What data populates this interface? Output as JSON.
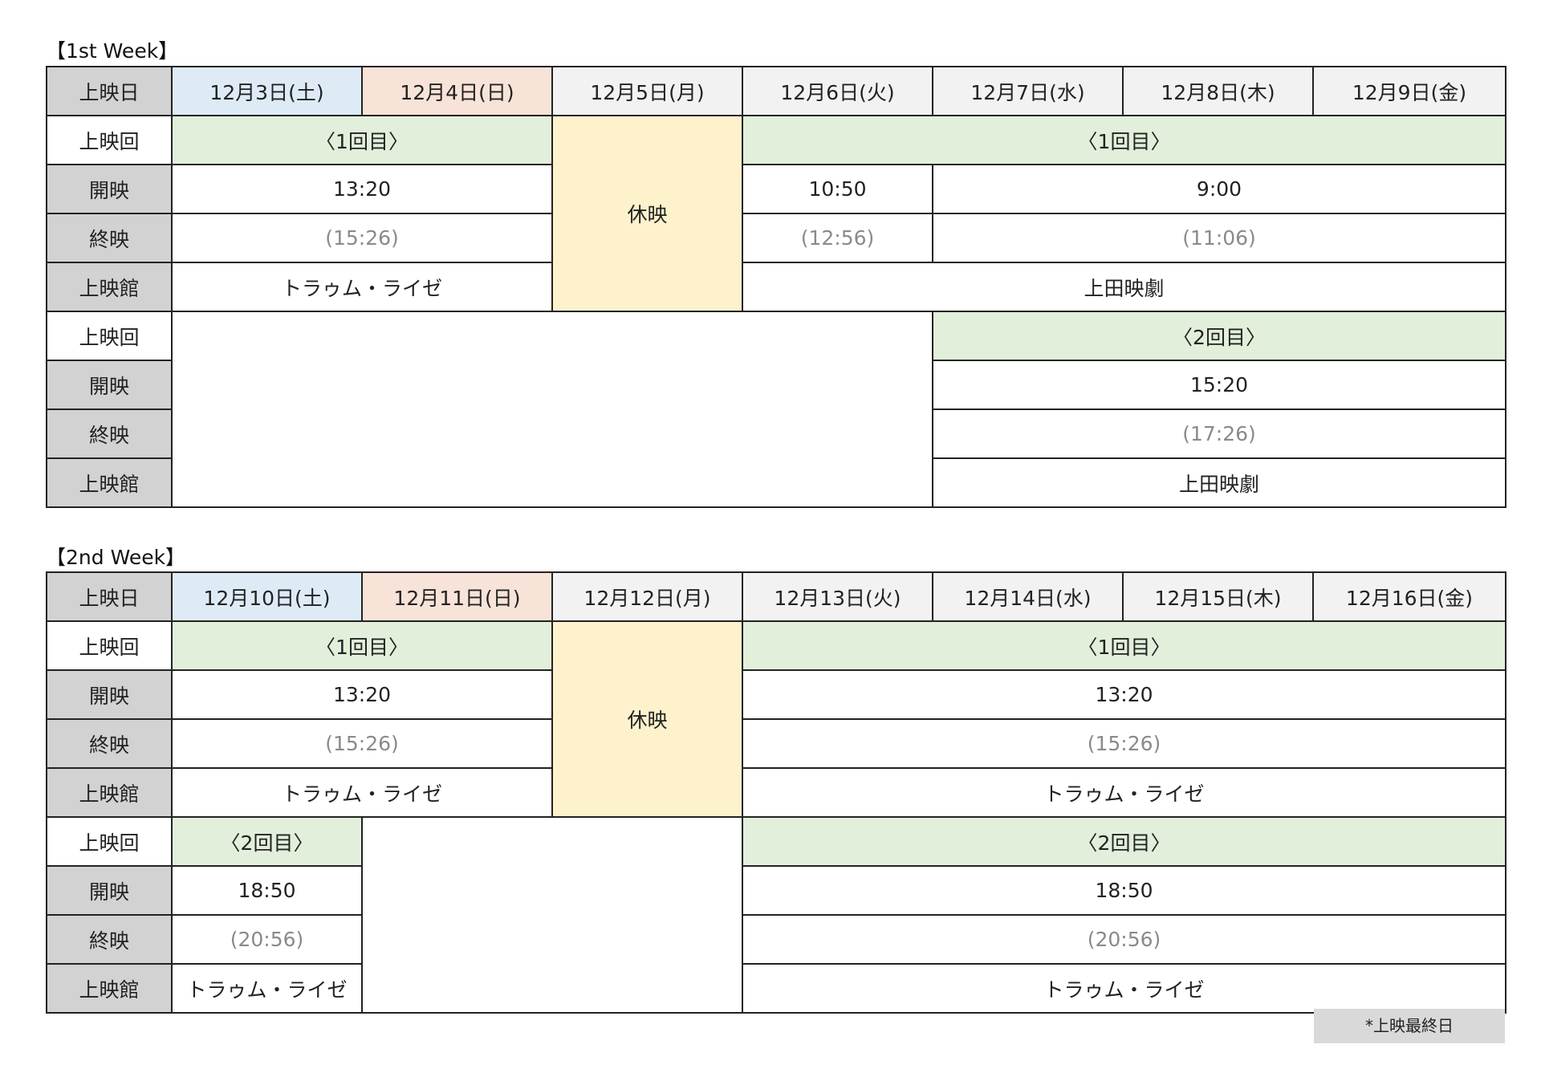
{
  "week1": {
    "title": "【1st Week】",
    "header_label": "上映日",
    "dates": [
      "12月3日(土)",
      "12月4日(日)",
      "12月5日(月)",
      "12月6日(火)",
      "12月7日(水)",
      "12月8日(木)",
      "12月9日(金)"
    ],
    "labels": {
      "round": "上映回",
      "start": "開映",
      "end": "終映",
      "venue": "上映館"
    },
    "closed": "休映",
    "block1": {
      "weekend": {
        "round": "〈1回目〉",
        "start": "13:20",
        "end": "(15:26)",
        "venue": "トラゥム・ライゼ"
      },
      "weekday_round": "〈1回目〉",
      "tue": {
        "start": "10:50",
        "end": "(12:56)"
      },
      "wed_fri": {
        "start": "9:00",
        "end": "(11:06)"
      },
      "weekday_venue": "上田映劇"
    },
    "block2": {
      "round": "〈2回目〉",
      "start": "15:20",
      "end": "(17:26)",
      "venue": "上田映劇"
    }
  },
  "week2": {
    "title": "【2nd Week】",
    "header_label": "上映日",
    "dates": [
      "12月10日(土)",
      "12月11日(日)",
      "12月12日(月)",
      "12月13日(火)",
      "12月14日(水)",
      "12月15日(木)",
      "12月16日(金)"
    ],
    "labels": {
      "round": "上映回",
      "start": "開映",
      "end": "終映",
      "venue": "上映館"
    },
    "closed": "休映",
    "block1": {
      "weekend": {
        "round": "〈1回目〉",
        "start": "13:20",
        "end": "(15:26)",
        "venue": "トラゥム・ライゼ"
      },
      "weekday": {
        "round": "〈1回目〉",
        "start": "13:20",
        "end": "(15:26)",
        "venue": "トラゥム・ライゼ"
      }
    },
    "block2": {
      "sat": {
        "round": "〈2回目〉",
        "start": "18:50",
        "end": "(20:56)",
        "venue": "トラゥム・ライゼ"
      },
      "weekday": {
        "round": "〈2回目〉",
        "start": "18:50",
        "end": "(20:56)",
        "venue": "トラゥム・ライゼ"
      }
    }
  },
  "note": "*上映最終日"
}
